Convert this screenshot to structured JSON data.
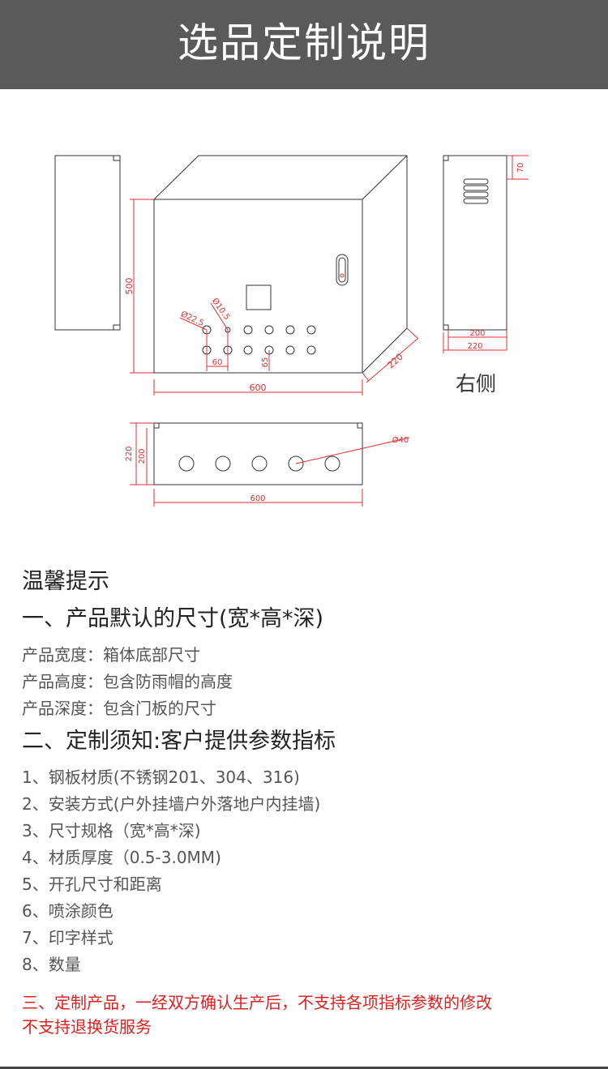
{
  "banner": {
    "title": "选品定制说明"
  },
  "drawing": {
    "dims": {
      "height_500": "500",
      "width_600": "600",
      "depth_220": "220",
      "dia_22_5": "Ø22.5",
      "dia_10_5": "Ø10.5",
      "spacing_60": "60",
      "spacing_65": "65",
      "side_70": "70",
      "side_200": "200",
      "side_220": "220",
      "bottom_220": "220",
      "bottom_200": "200",
      "bottom_600": "600",
      "bottom_dia_40": "Ø40"
    },
    "side_label": "右侧"
  },
  "tips": {
    "heading": "温馨提示",
    "section1": {
      "title": "一、产品默认的尺寸(宽*高*深)",
      "items": [
        "产品宽度：箱体底部尺寸",
        "产品高度：包含防雨帽的高度",
        "产品深度：包含门板的尺寸"
      ]
    },
    "section2": {
      "title": "二、定制须知:客户提供参数指标",
      "items": [
        "1、钢板材质(不锈钢201、304、316)",
        "2、安装方式(户外挂墙户外落地户内挂墙)",
        "3、尺寸规格（宽*高*深)",
        "4、材质厚度（0.5-3.0MM)",
        "5、开孔尺寸和距离",
        "6、喷涂颜色",
        "7、印字样式",
        "8、数量"
      ]
    },
    "warning_line1": "三、定制产品，一经双方确认生产后，不支持各项指标参数的修改",
    "warning_line2": "不支持退换货服务"
  },
  "colors": {
    "banner_bg": "#5a5a5a",
    "accent_red": "#e0201f",
    "dim_red": "#e03030"
  }
}
